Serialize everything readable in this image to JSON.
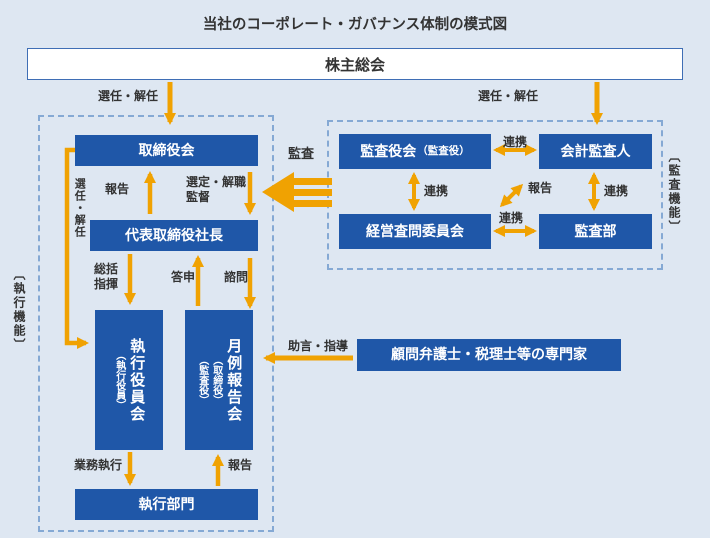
{
  "title": "当社のコーポレート・ガバナンス体制の模式図",
  "colors": {
    "background": "#dee7f2",
    "box_blue": "#1f57a8",
    "arrow_orange": "#f0a202"
  },
  "shareholders_label": "株主総会",
  "exec_section": {
    "side_label": "〔執行機能〕",
    "board_label": "取締役会",
    "president_label": "代表取締役社長",
    "exec_officers": {
      "main": "執行役員会",
      "sub": "（執行役員）"
    },
    "monthly_meeting": {
      "main": "月例報告会",
      "sub_director": "（取締役）",
      "sub_auditor": "（監査役）"
    },
    "exec_dept_label": "執行部門"
  },
  "audit_section": {
    "side_label": "〔監査機能〕",
    "audit_board": {
      "main": "監査役会",
      "sub": "（監査役）"
    },
    "accounting_auditor_label": "会計監査人",
    "inquiry_committee_label": "経営査問委員会",
    "audit_dept_label": "監査部"
  },
  "advisors_label": "顧問弁護士・税理士等の専門家",
  "labels": {
    "appoint_dismiss_left": "選任・解任",
    "appoint_dismiss_right": "選任・解任",
    "audit": "監査",
    "report_to_board": "報告",
    "select_dismiss": "選定・解職",
    "supervise": "監督",
    "appoint_dismiss_exec": "選任・解任",
    "overall_command_1": "総括",
    "overall_command_2": "指揮",
    "reply": "答申",
    "consult": "諮問",
    "cooperate_top": "連携",
    "cooperate_left": "連携",
    "cooperate_right": "連携",
    "cooperate_bottom": "連携",
    "report_diagonal": "報告",
    "advice_guidance": "助言・指導",
    "business_exec": "業務執行",
    "report_bottom": "報告"
  }
}
